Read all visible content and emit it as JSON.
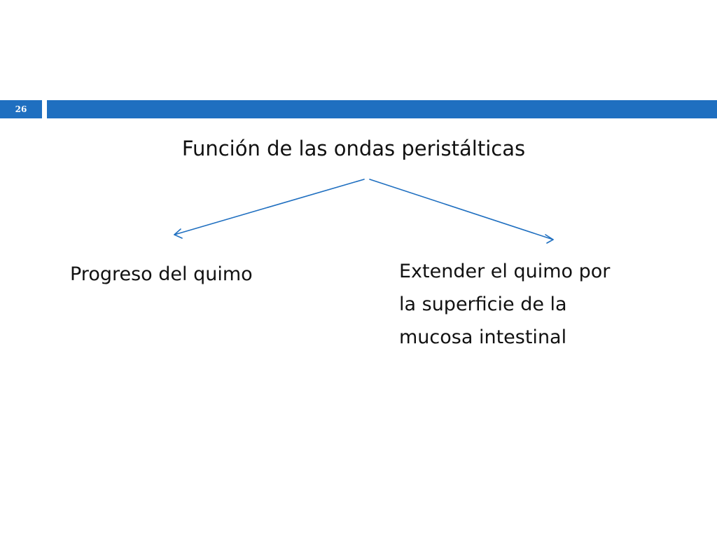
{
  "slide": {
    "page_number": "26",
    "title": "Función de las ondas peristálticas",
    "left_branch": "Progreso del quimo",
    "right_branch_lines": [
      "Extender el quimo por",
      "la superficie de la",
      "mucosa intestinal"
    ]
  },
  "colors": {
    "accent": "#1f6fc0",
    "text": "#111111",
    "background": "#ffffff"
  }
}
